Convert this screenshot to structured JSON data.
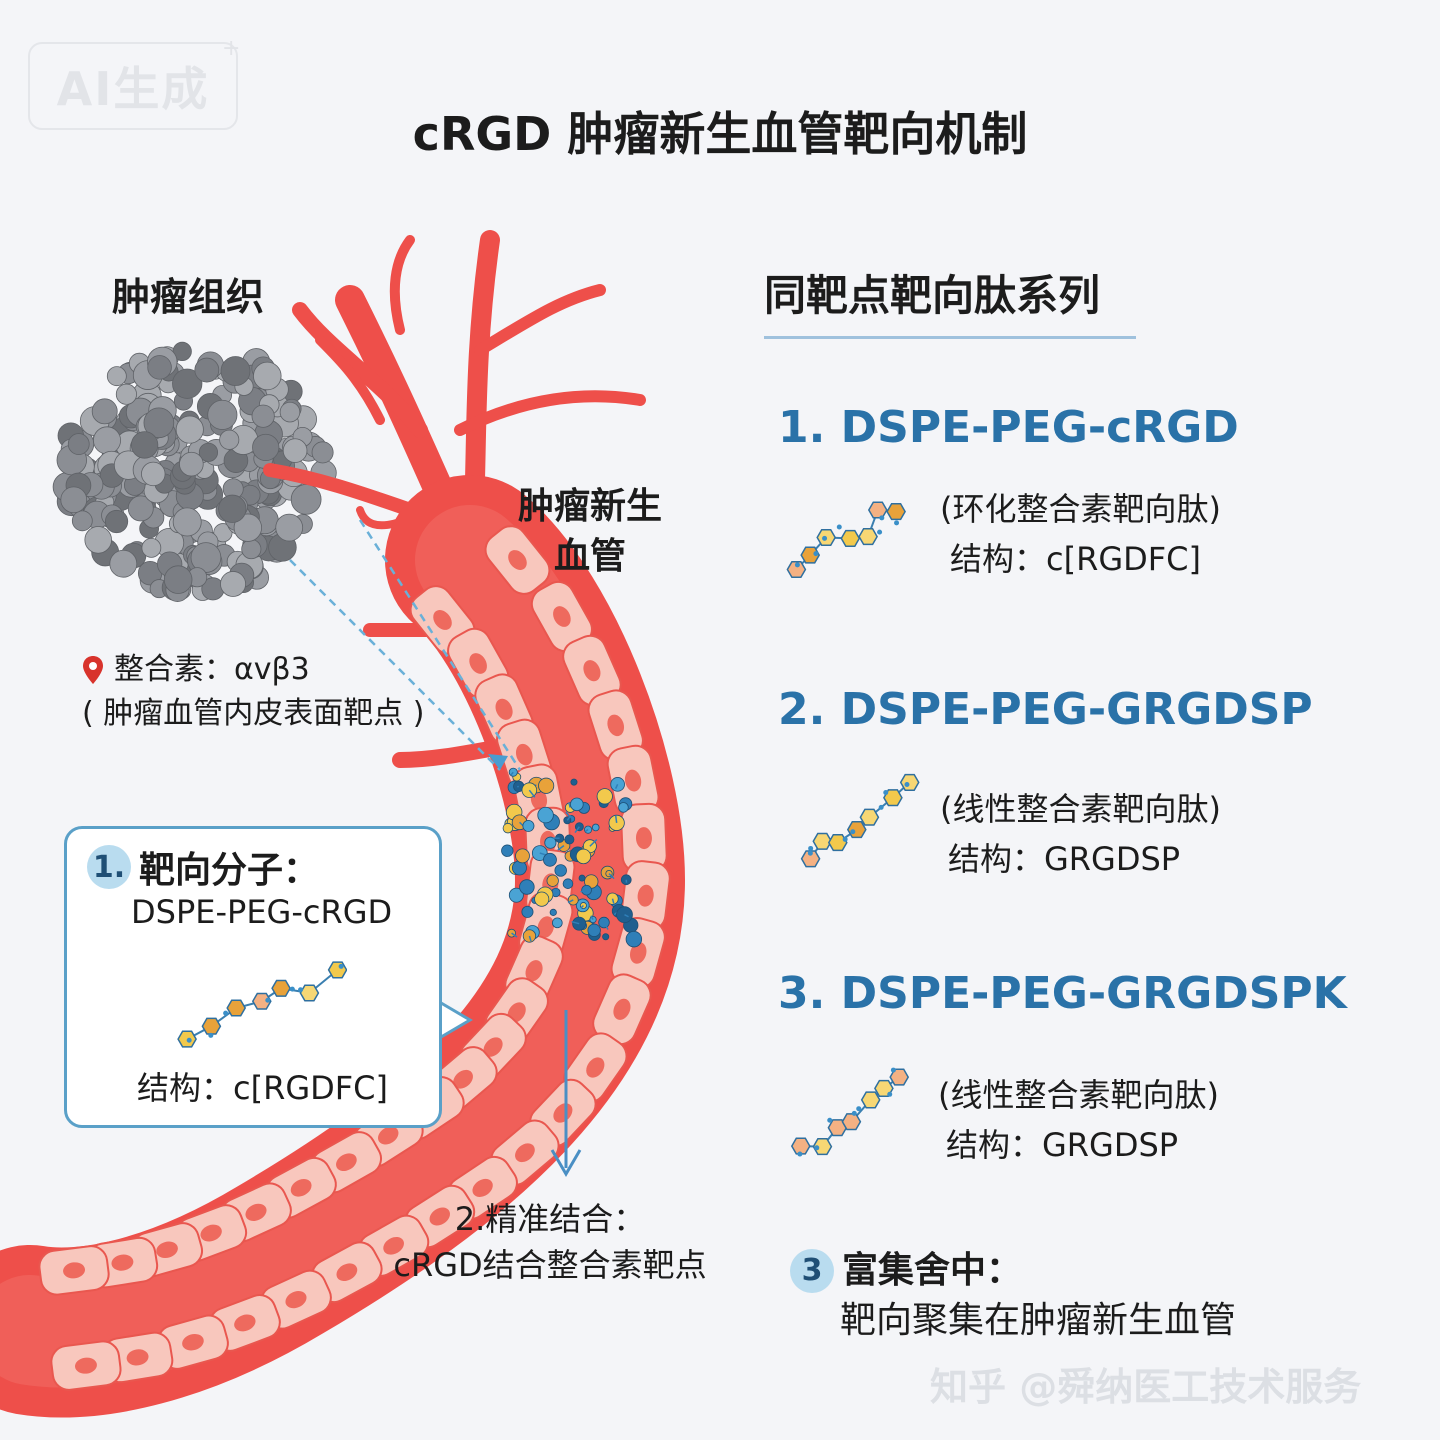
{
  "badge": {
    "text": "AI生成",
    "star": "+"
  },
  "title": "cRGD 肿瘤新生血管靶向机制",
  "tumor": {
    "label": "肿瘤组织"
  },
  "vessel": {
    "label_line1": "肿瘤新生",
    "label_line2": "血管"
  },
  "integrin": {
    "icon": "map-pin-icon",
    "label": "整合素：αvβ3",
    "note": "( 肿瘤血管内皮表面靶点 )"
  },
  "callout": {
    "number": "1.",
    "heading": "靶向分子：",
    "molecule": "DSPE-PEG-cRGD",
    "structure": "结构：c[RGDFC]"
  },
  "binding": {
    "line1": "2.精准结合：",
    "line2": "cRGD结合整合素靶点"
  },
  "series": {
    "title": "同靶点靶向肽系列",
    "items": [
      {
        "name": "1. DSPE-PEG-cRGD",
        "desc": "(环化整合素靶向肽)",
        "structure": "结构：c[RGDFC]"
      },
      {
        "name": "2. DSPE-PEG-GRGDSP",
        "desc": "(线性整合素靶向肽)",
        "structure": "结构：GRGDSP"
      },
      {
        "name": "3. DSPE-PEG-GRGDSPK",
        "desc": "(线性整合素靶向肽)",
        "structure": "结构：GRGDSP"
      }
    ]
  },
  "enrich": {
    "number": "3",
    "heading": "富集舍中：",
    "text": "靶向聚集在肿瘤新生血管"
  },
  "watermark": "知乎 @舜纳医工技术服务",
  "colors": {
    "vessel": "#ee4f4a",
    "cell": "#f8c7bd",
    "accent": "#2a72a8",
    "callout_border": "#5aa0c8",
    "tumor": "#8b8e94"
  }
}
